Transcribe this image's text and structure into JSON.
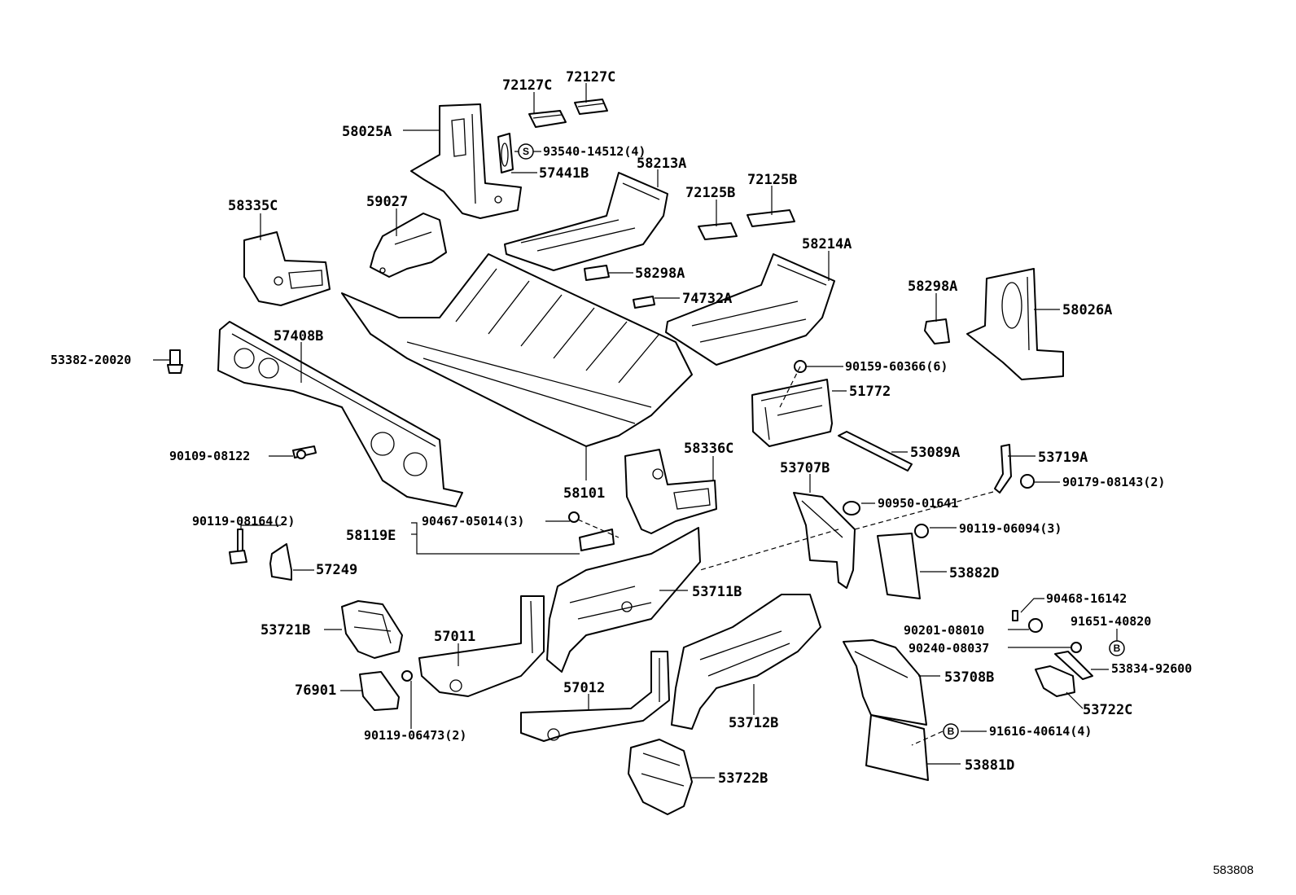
{
  "diagram_ref": "583808",
  "markers": {
    "s": "S",
    "b": "B"
  },
  "labels": {
    "p72127c_1": "72127C",
    "p72127c_2": "72127C",
    "p58025a": "58025A",
    "p93540": "93540-14512(4)",
    "p57441b": "57441B",
    "p58213a": "58213A",
    "p72125b_1": "72125B",
    "p72125b_2": "72125B",
    "p58335c": "58335C",
    "p59027": "59027",
    "p58214a": "58214A",
    "p58298a_1": "58298A",
    "p58298a_2": "58298A",
    "p74732a": "74732A",
    "p58026a": "58026A",
    "p57408b": "57408B",
    "p53382": "53382-20020",
    "p90159": "90159-60366(6)",
    "p51772": "51772",
    "p53089a": "53089A",
    "p90109": "90109-08122",
    "p58336c": "58336C",
    "p53719a": "53719A",
    "p53707b": "53707B",
    "p90179": "90179-08143(2)",
    "p58101": "58101",
    "p90950": "90950-01641",
    "p90119_08164": "90119-08164(2)",
    "p90467": "90467-05014(3)",
    "p90119_06094": "90119-06094(3)",
    "p58119e": "58119E",
    "p57249": "57249",
    "p53882d": "53882D",
    "p53711b": "53711B",
    "p90468": "90468-16142",
    "p53721b": "53721B",
    "p57011": "57011",
    "p90201": "90201-08010",
    "p91651": "91651-40820",
    "p90240": "90240-08037",
    "p53834": "53834-92600",
    "p53708b": "53708B",
    "p76901": "76901",
    "p57012": "57012",
    "p53722c": "53722C",
    "p53712b": "53712B",
    "p91616": "91616-40614(4)",
    "p90119_06473": "90119-06473(2)",
    "p53881d": "53881D",
    "p53722b": "53722B"
  }
}
